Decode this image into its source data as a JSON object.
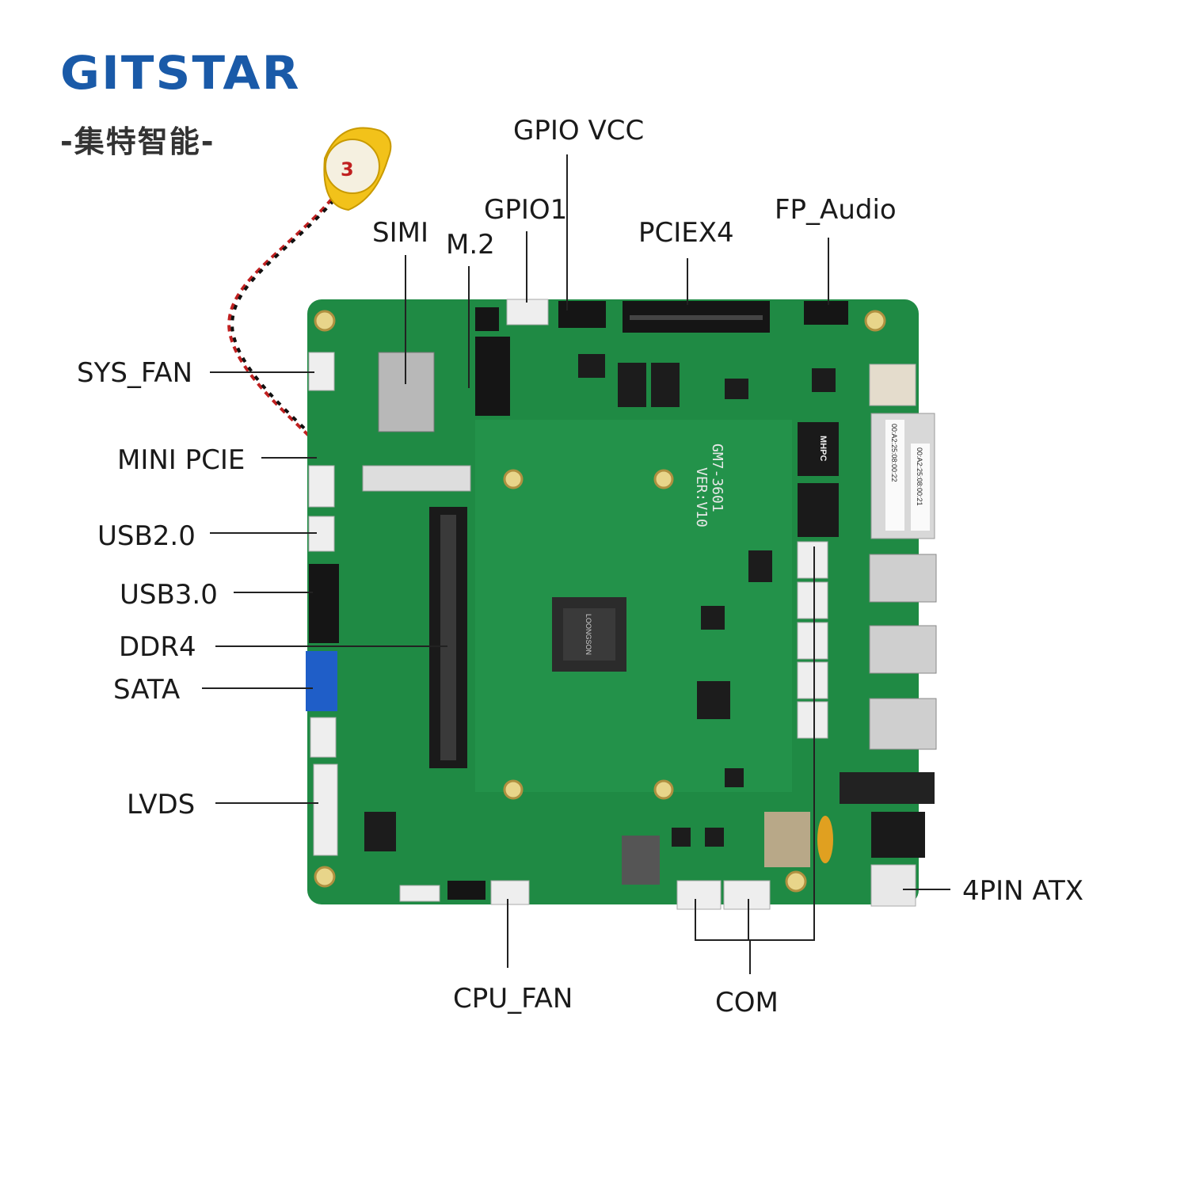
{
  "brand": {
    "name": "GITSTAR",
    "subtitle": "-集特智能-",
    "color": "#1a5aa8"
  },
  "board": {
    "model": "GM7-3601",
    "version": "VER:V10",
    "chip_brand": "LOONGSON",
    "mac_1": "00:A2:25:08:00:22",
    "mac_2": "00:A2:25:08:00:21",
    "transformer_brand": "MHPC"
  },
  "labels": {
    "sys_fan": "SYS_FAN",
    "mini_pcie": "MINI PCIE",
    "usb2": "USB2.0",
    "usb3": "USB3.0",
    "ddr4": "DDR4",
    "sata": "SATA",
    "lvds": "LVDS",
    "simi": "SIMI",
    "m2": "M.2",
    "gpio1": "GPIO1",
    "gpio_vcc": "GPIO VCC",
    "pciex4": "PCIEX4",
    "fp_audio": "FP_Audio",
    "atx": "4PIN ATX",
    "cpu_fan": "CPU_FAN",
    "com": "COM"
  }
}
